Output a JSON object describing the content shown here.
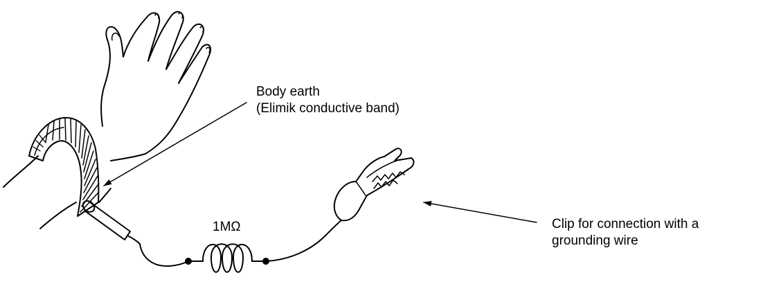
{
  "labels": {
    "body_earth_line1": "Body earth",
    "body_earth_line2": "(Elimik conductive band)",
    "resistor_value": "1MΩ",
    "clip_line1": "Clip for connection with a",
    "clip_line2": "grounding wire"
  },
  "colors": {
    "line": "#000000",
    "background": "#ffffff"
  },
  "icons": {
    "hand": "hand-with-wristband",
    "resistor": "coil-resistor-symbol",
    "clip": "alligator-clip"
  }
}
